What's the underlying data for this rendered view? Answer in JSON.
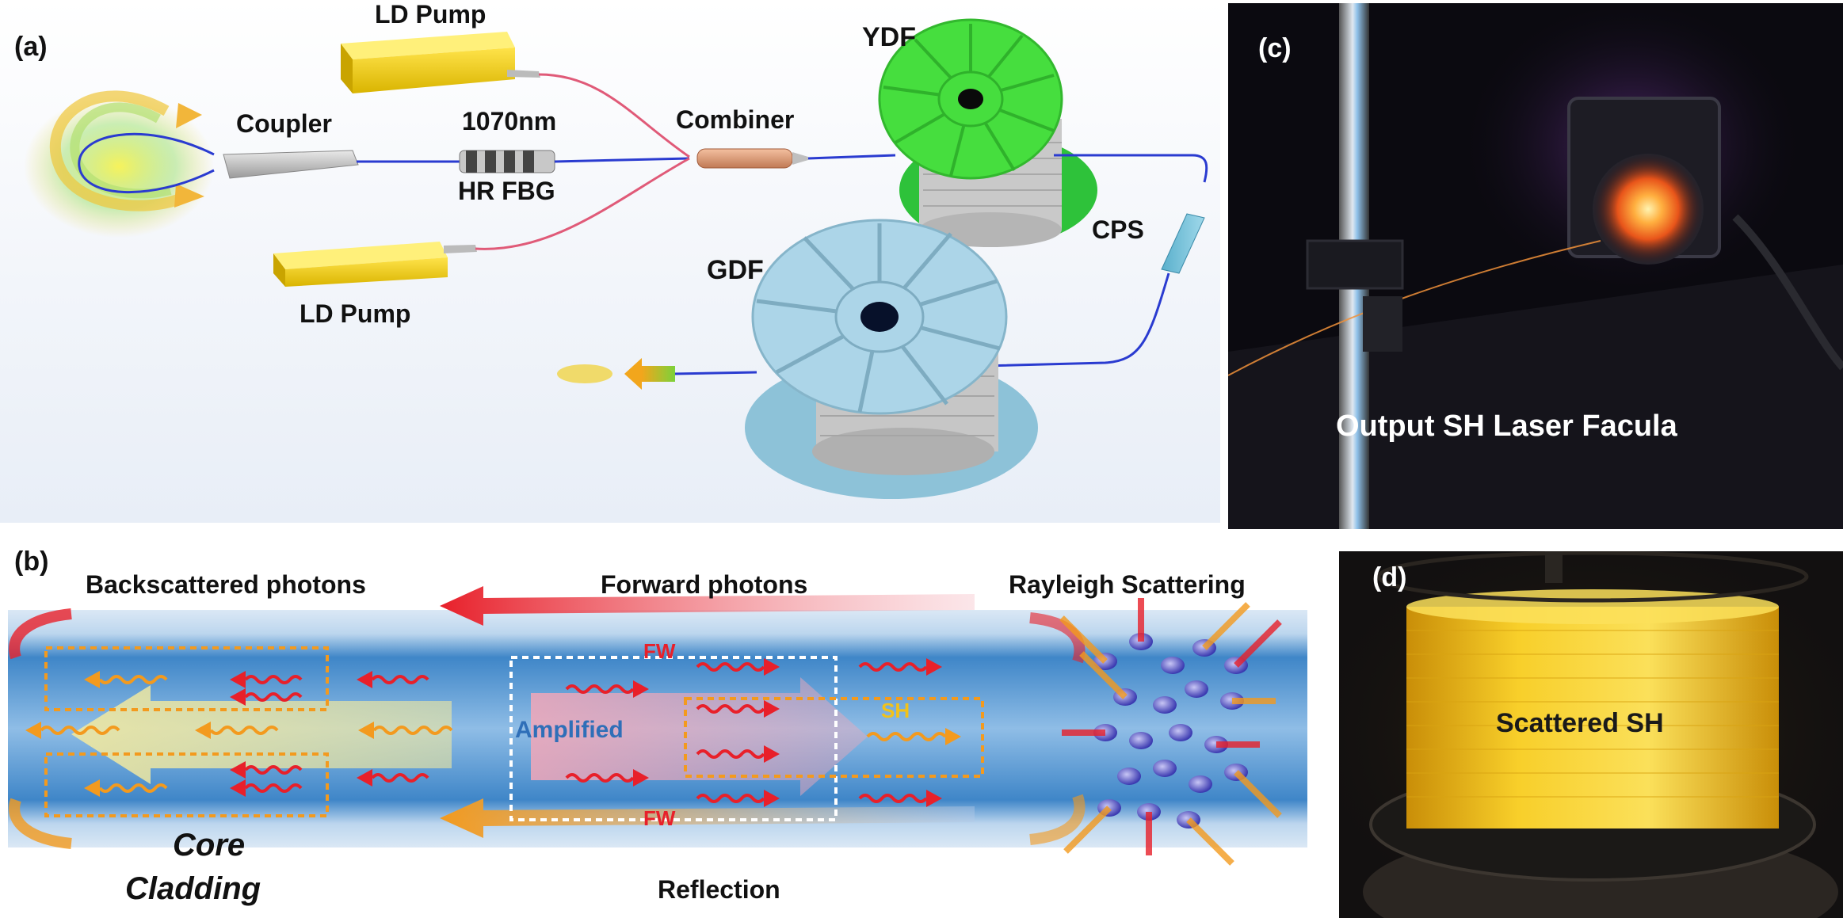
{
  "panel_a": {
    "tag": "(a)",
    "ld_pump_top": "LD Pump",
    "ld_pump_bottom": "LD Pump",
    "coupler": "Coupler",
    "wavelength": "1070nm",
    "fbg": "HR FBG",
    "combiner": "Combiner",
    "ydf": "YDF",
    "gdf": "GDF",
    "cps": "CPS"
  },
  "panel_b": {
    "tag": "(b)",
    "backscattered": "Backscattered photons",
    "forward": "Forward photons",
    "rayleigh": "Rayleigh Scattering",
    "fw_top": "FW",
    "fw_bottom": "FW",
    "sh": "SH",
    "amplified": "Amplified",
    "core": "Core",
    "cladding": "Cladding",
    "reflection": "Reflection"
  },
  "panel_c": {
    "tag": "(c)",
    "caption": "Output SH Laser Facula"
  },
  "panel_d": {
    "tag": "(d)",
    "caption": "Scattered SH"
  },
  "colors": {
    "fiber_blue": "#2a3bd0",
    "pump_yellow": "#f2d21b",
    "ydf_green": "#3fd43a",
    "gdf_blue": "#a8d2e6",
    "core_blue": "#3f8fd0",
    "photon_red": "#e8202a",
    "photon_orange": "#f39a1e",
    "spool_yellow": "#f6c21a"
  }
}
